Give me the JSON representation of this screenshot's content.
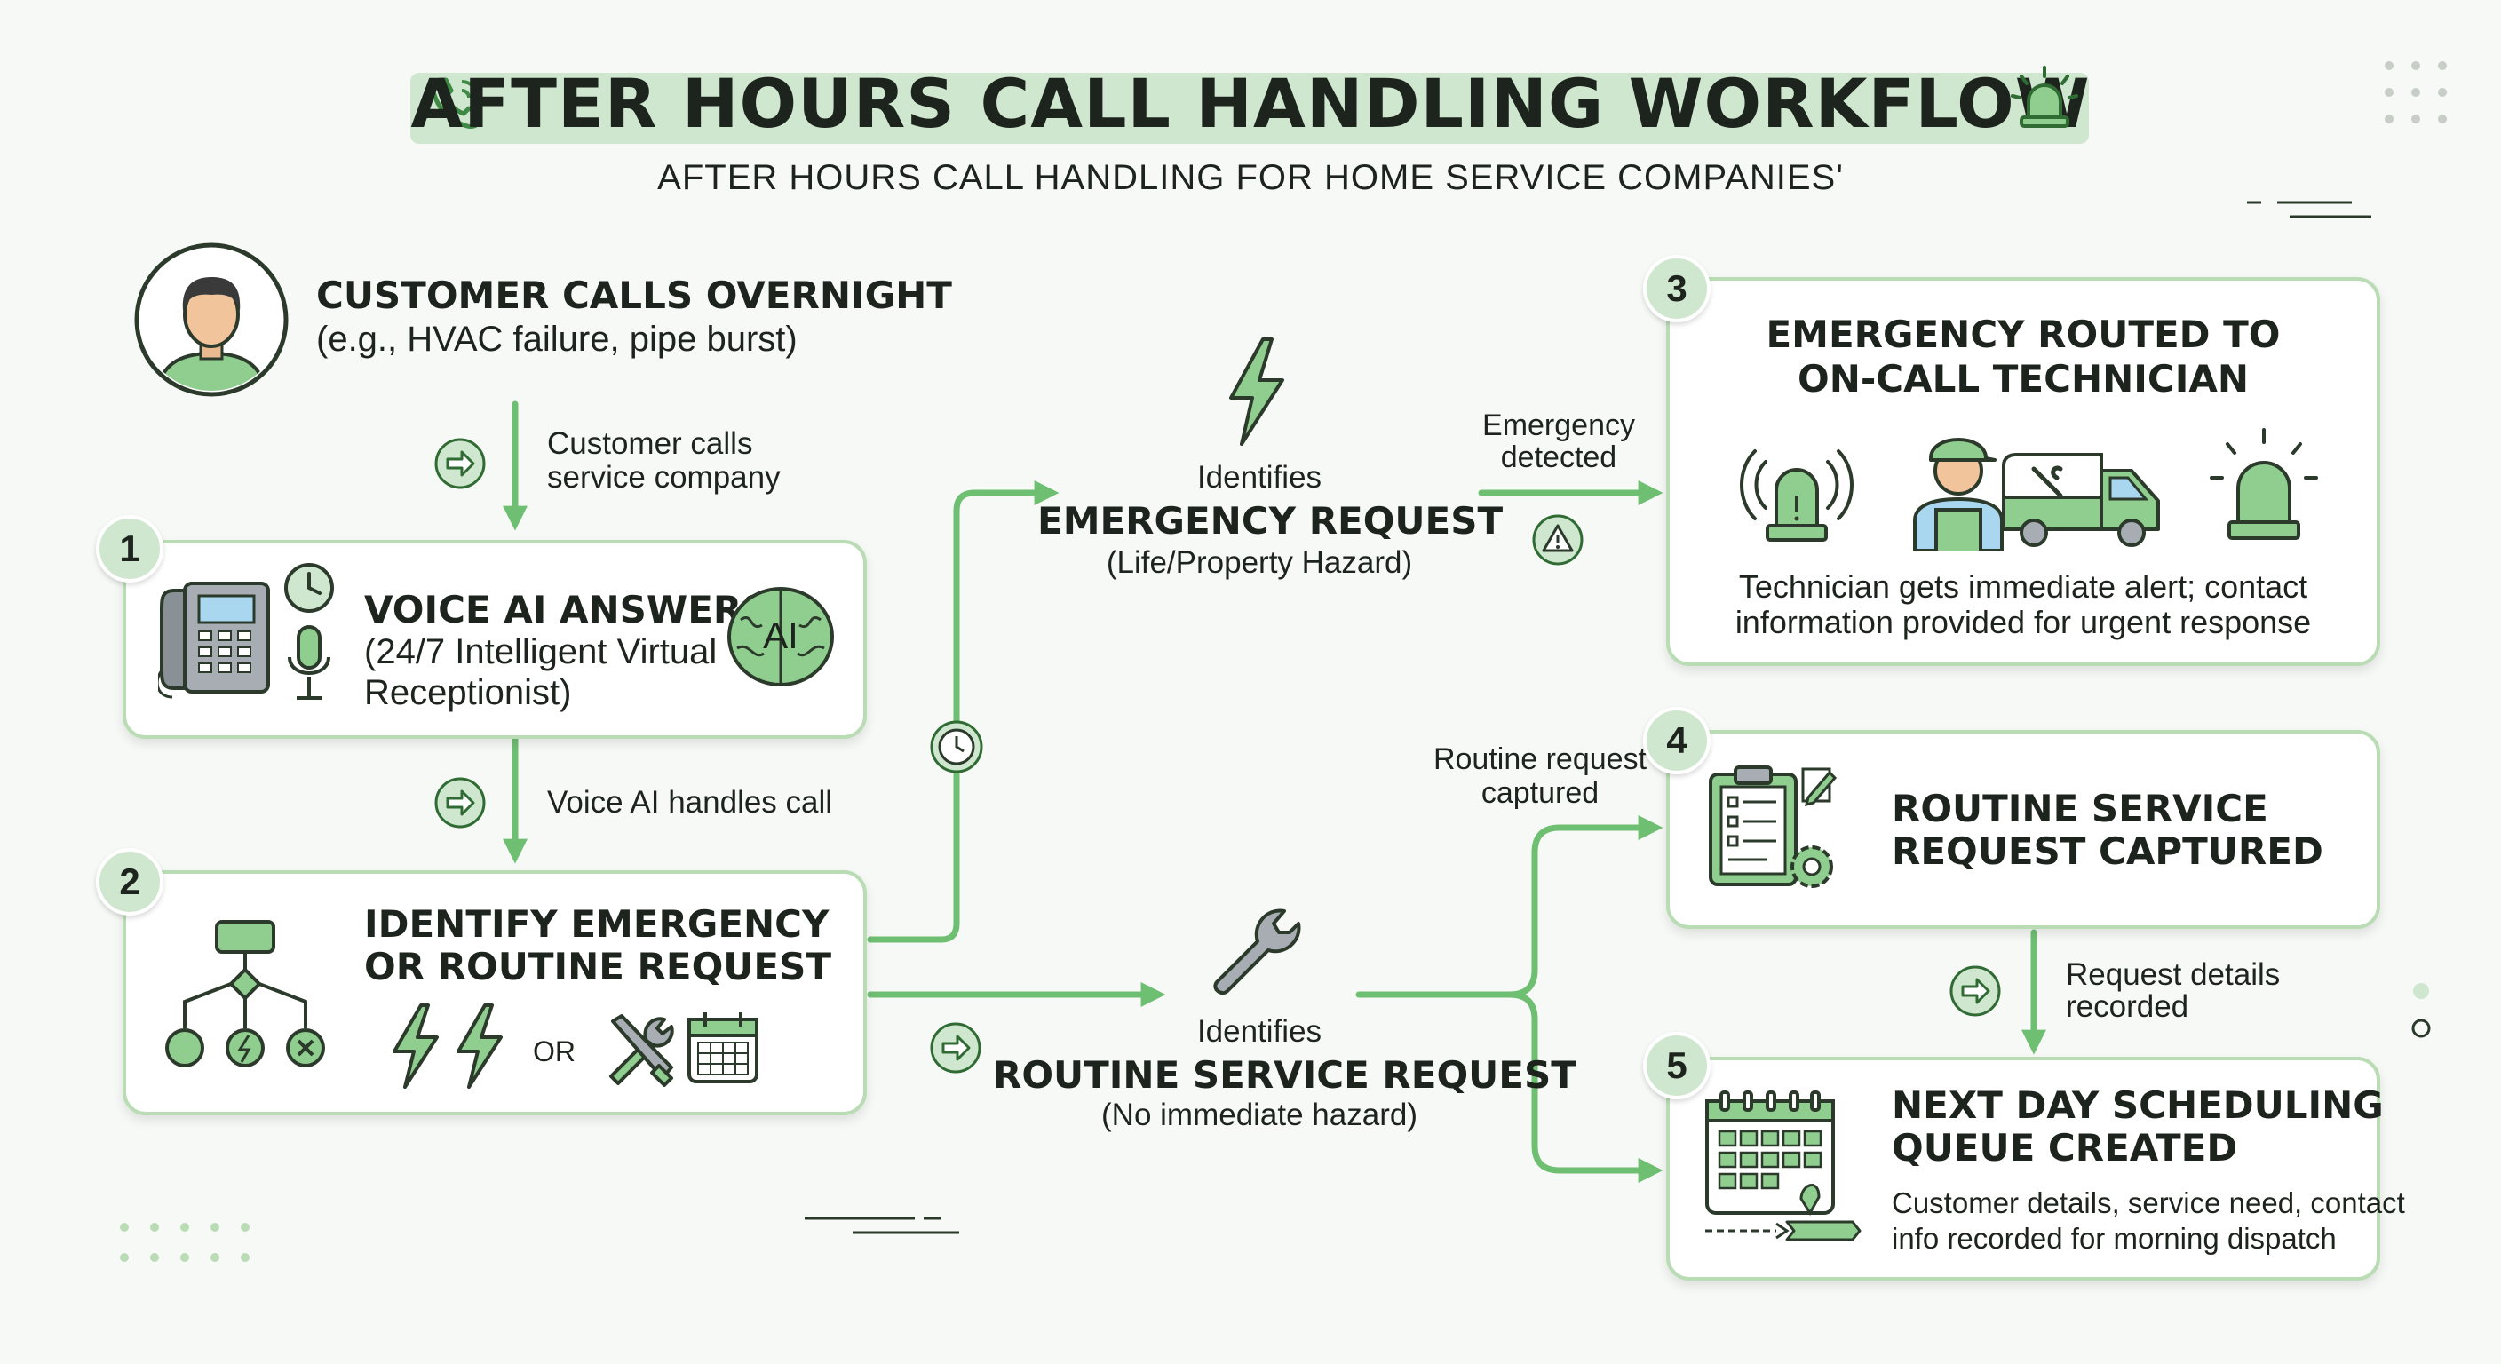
{
  "header": {
    "title": "AFTER HOURS CALL HANDLING WORKFLOW",
    "subtitle": "AFTER HOURS CALL HANDLING FOR HOME SERVICE COMPANIES'"
  },
  "customer": {
    "title": "CUSTOMER CALLS OVERNIGHT",
    "detail": "(e.g., HVAC failure, pipe burst)"
  },
  "edges": {
    "customer_to_ai": [
      "Customer calls",
      "service company"
    ],
    "ai_to_identify": "Voice AI handles call",
    "emergency_detected": [
      "Emergency",
      "detected"
    ],
    "routine_captured": [
      "Routine request",
      "captured"
    ],
    "request_recorded": [
      "Request details",
      "recorded"
    ]
  },
  "steps": [
    {
      "number": "1",
      "title": "VOICE AI ANSWERS",
      "detail": [
        "(24/7 Intelligent Virtual",
        "Receptionist)"
      ],
      "icon_text": "AI"
    },
    {
      "number": "2",
      "title": [
        "IDENTIFY EMERGENCY",
        "OR ROUTINE REQUEST"
      ],
      "or_label": "OR"
    },
    {
      "number": "3",
      "title": [
        "EMERGENCY ROUTED TO",
        "ON-CALL TECHNICIAN"
      ],
      "detail": [
        "Technician gets immediate alert; contact",
        "information provided for urgent response"
      ]
    },
    {
      "number": "4",
      "title": [
        "ROUTINE SERVICE",
        "REQUEST CAPTURED"
      ]
    },
    {
      "number": "5",
      "title": [
        "NEXT DAY SCHEDULING",
        "QUEUE CREATED"
      ],
      "detail": [
        "Customer details, service need, contact",
        "info recorded for morning dispatch"
      ]
    }
  ],
  "branches": {
    "emergency": {
      "pre": "Identifies",
      "title": "EMERGENCY REQUEST",
      "sub": "(Life/Property Hazard)"
    },
    "routine": {
      "pre": "Identifies",
      "title": "ROUTINE SERVICE REQUEST",
      "sub": "(No immediate hazard)"
    }
  },
  "colors": {
    "accent": "#6fbf73",
    "accent_light": "#cfe6cf",
    "border": "#b9dcb5",
    "text": "#1d231d"
  }
}
